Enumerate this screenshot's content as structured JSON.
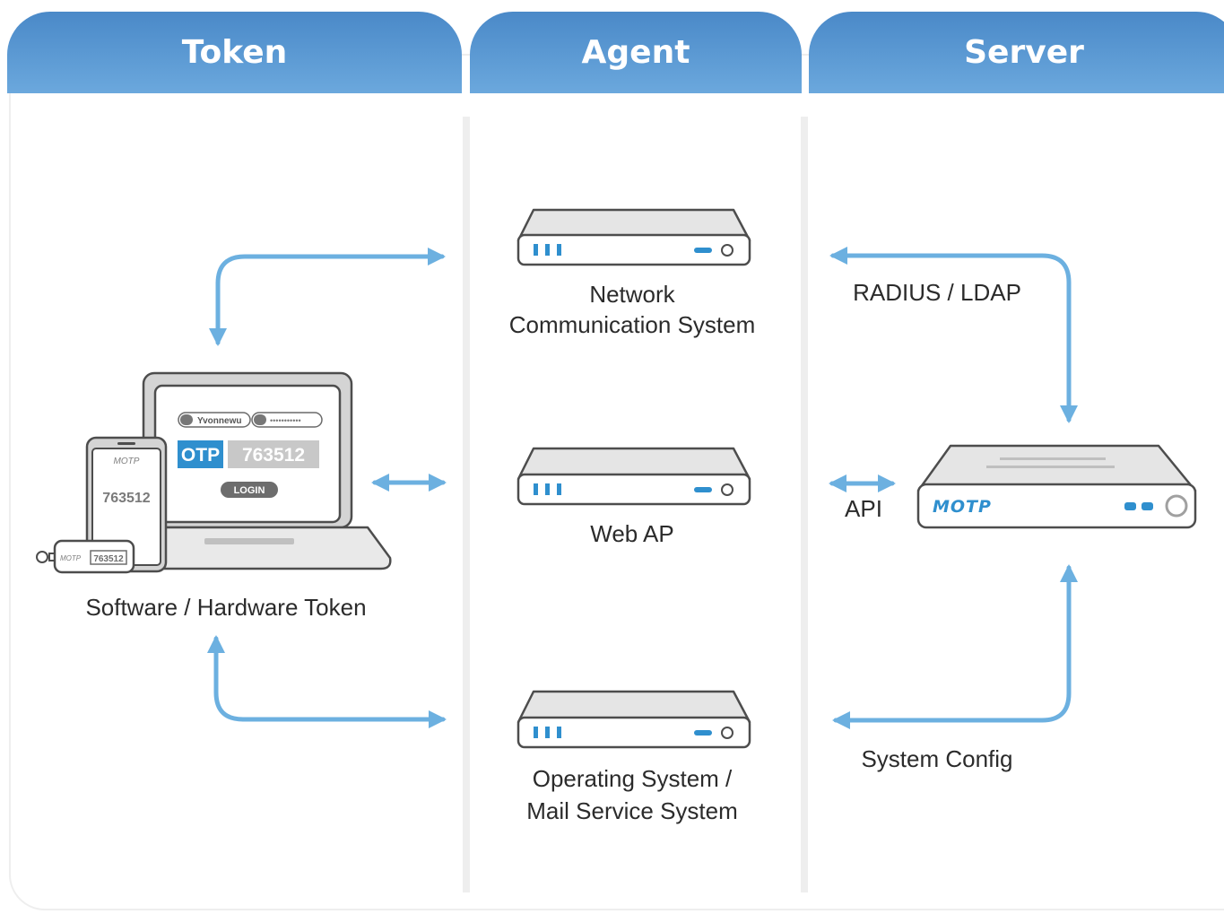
{
  "columns": {
    "token": "Token",
    "agent": "Agent",
    "server": "Server"
  },
  "token": {
    "label": "Software / Hardware Token",
    "username": "Yvonnewu",
    "password_mask": "•••••••••••",
    "otp_tag": "OTP",
    "otp_code": "763512",
    "login_button": "LOGIN",
    "phone_logo": "MOTP",
    "phone_code": "763512",
    "usb_logo": "MOTP",
    "usb_code": "763512"
  },
  "agent": {
    "network_line1": "Network",
    "network_line2": "Communication System",
    "webap": "Web AP",
    "os_line1": "Operating System /",
    "os_line2": "Mail Service System"
  },
  "server": {
    "radius": "RADIUS / LDAP",
    "api": "API",
    "config": "System Config",
    "brand": "MOTP"
  },
  "colors": {
    "header": "#5b9bd5",
    "arrow": "#6cb0e0",
    "device_accent": "#2f8fce",
    "device_body": "#d9d9d9"
  }
}
